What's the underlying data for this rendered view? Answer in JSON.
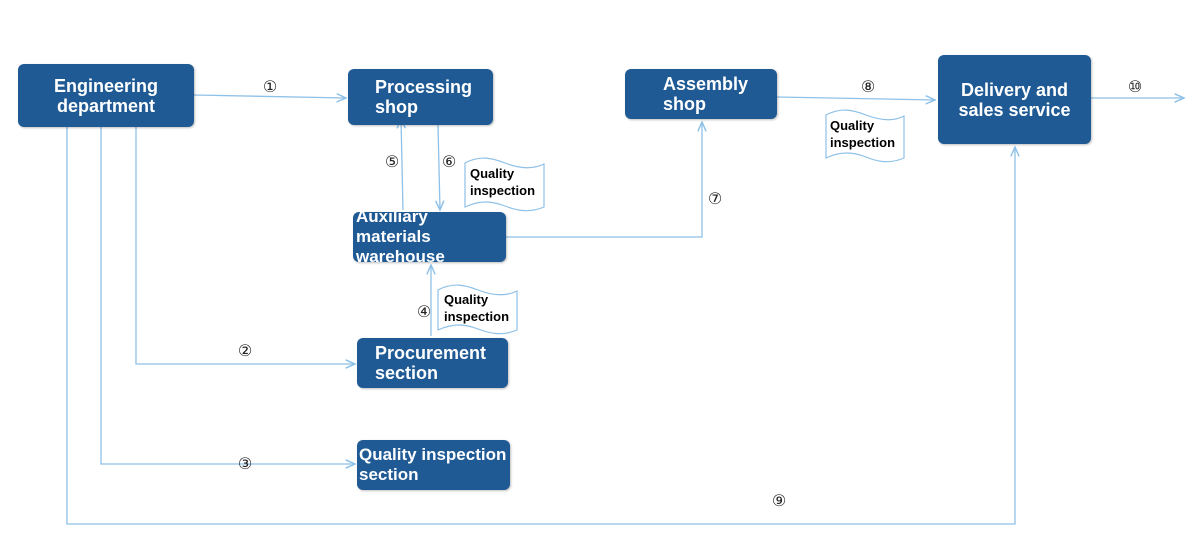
{
  "nodes": {
    "engineering": "Engineering\ndepartment",
    "processing": "Processing\nshop",
    "assembly": "Assembly\nshop",
    "delivery": "Delivery and\nsales service",
    "auxiliary": "Auxiliary materials\nwarehouse",
    "procurement": "Procurement\nsection",
    "quality_section": "Quality inspection\nsection"
  },
  "edge_labels": {
    "e1": "①",
    "e2": "②",
    "e3": "③",
    "e4": "④",
    "e5": "⑤",
    "e6": "⑥",
    "e7": "⑦",
    "e8": "⑧",
    "e9": "⑨",
    "e10": "⑩"
  },
  "notes": {
    "qi_proc_aux": "Quality\ninspection",
    "qi_procure_aux": "Quality\ninspection",
    "qi_asm_delivery": "Quality\ninspection"
  },
  "colors": {
    "node_fill": "#1f5a94",
    "line": "#8ec1e8",
    "note_border": "#8ec1e8"
  }
}
